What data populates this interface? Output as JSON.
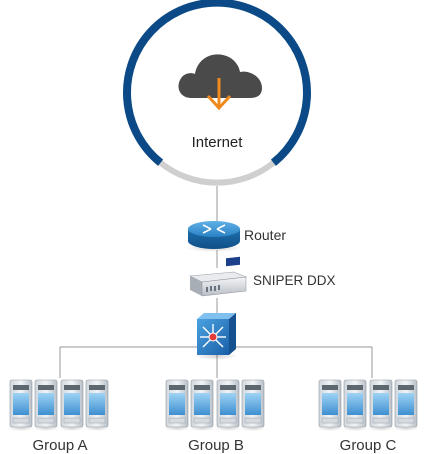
{
  "internet": {
    "label": "Internet"
  },
  "router": {
    "label": "Router"
  },
  "ddx": {
    "label": "SNIPER DDX"
  },
  "groups": [
    {
      "label": "Group A"
    },
    {
      "label": "Group B"
    },
    {
      "label": "Group C"
    }
  ],
  "colors": {
    "ring_navy": "#0b4a86",
    "ring_gray": "#cfcfcf",
    "cloud": "#4a4a4a",
    "arrow": "#f08a1c",
    "router_blue": "#2a8ac9",
    "switch_blue": "#1f6fb8",
    "link": "#9a9a9a"
  }
}
